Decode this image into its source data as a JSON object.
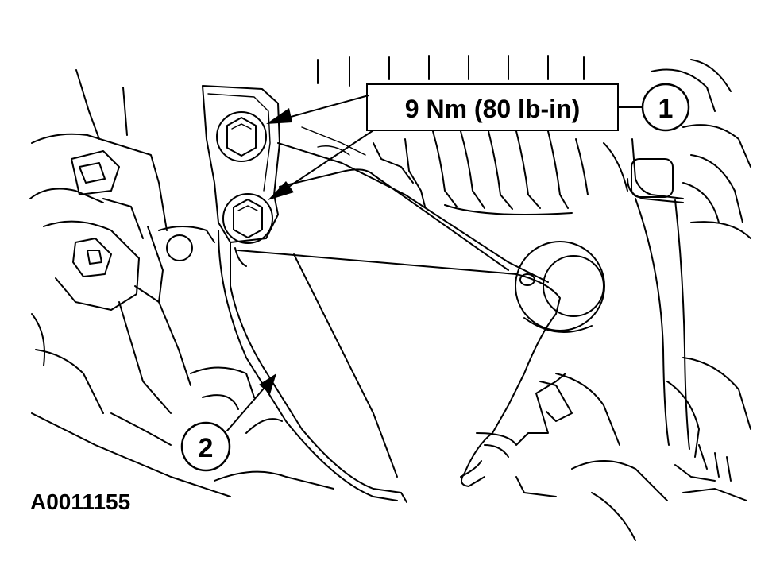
{
  "figure_id": "A0011155",
  "torque_spec": "9 Nm (80 lb-in)",
  "callouts": [
    {
      "number": "1"
    },
    {
      "number": "2"
    }
  ]
}
